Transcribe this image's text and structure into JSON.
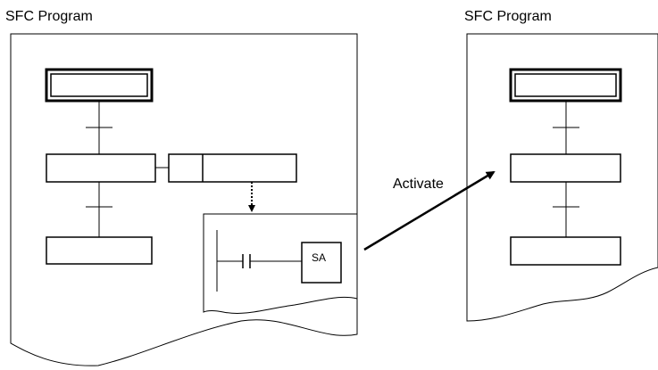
{
  "left_panel": {
    "title": "SFC Program"
  },
  "right_panel": {
    "title": "SFC Program"
  },
  "ladder_block": {
    "coil_label": "SA"
  },
  "arrow": {
    "label": "Activate"
  }
}
